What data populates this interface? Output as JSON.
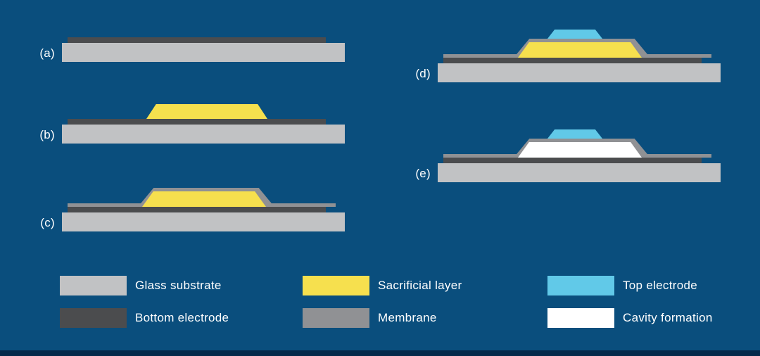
{
  "colors": {
    "background": "#0a4e7d",
    "footer": "#04294a",
    "text": "#ffffff",
    "glass_substrate": "#c1c2c4",
    "bottom_electrode": "#4b4c4e",
    "sacrificial_layer": "#f6e04e",
    "membrane": "#909194",
    "top_electrode": "#61c9e8",
    "cavity_formation": "#ffffff"
  },
  "steps": [
    {
      "label": "(a)",
      "layers": [
        "glass_substrate",
        "bottom_electrode"
      ]
    },
    {
      "label": "(b)",
      "layers": [
        "glass_substrate",
        "bottom_electrode",
        "sacrificial_layer"
      ]
    },
    {
      "label": "(c)",
      "layers": [
        "glass_substrate",
        "bottom_electrode",
        "membrane",
        "sacrificial_fill"
      ]
    },
    {
      "label": "(d)",
      "layers": [
        "glass_substrate",
        "bottom_electrode",
        "membrane",
        "sacrificial_fill",
        "top_electrode"
      ]
    },
    {
      "label": "(e)",
      "layers": [
        "glass_substrate",
        "bottom_electrode",
        "membrane",
        "cavity",
        "top_electrode"
      ]
    }
  ],
  "legend": [
    {
      "label": "Glass substrate",
      "color_key": "glass_substrate"
    },
    {
      "label": "Bottom electrode",
      "color_key": "bottom_electrode"
    },
    {
      "label": "Sacrificial layer",
      "color_key": "sacrificial_layer"
    },
    {
      "label": "Membrane",
      "color_key": "membrane"
    },
    {
      "label": "Top electrode",
      "color_key": "top_electrode"
    },
    {
      "label": "Cavity formation",
      "color_key": "cavity_formation"
    }
  ]
}
